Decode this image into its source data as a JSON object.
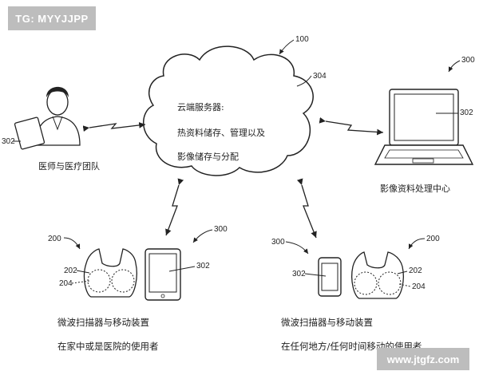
{
  "watermark_top": "TG: MYYJJPP",
  "watermark_bottom": "www.jtgfz.com",
  "ref_system": "100",
  "cloud": {
    "ref": "304",
    "line1": "云端服务器:",
    "line2": "热资料储存、管理以及",
    "line3": "影像储存与分配"
  },
  "doctor": {
    "ref": "302",
    "label": "医师与医疗团队"
  },
  "laptop": {
    "ref_device": "300",
    "ref_screen": "302",
    "label": "影像资料处理中心"
  },
  "left_group": {
    "ref_scanner": "200",
    "ref_pad": "202",
    "ref_sensor": "204",
    "ref_device": "300",
    "ref_screen": "302",
    "caption1": "微波扫描器与移动装置",
    "caption2": "在家中或是医院的使用者"
  },
  "right_group": {
    "ref_device": "300",
    "ref_screen": "302",
    "ref_scanner": "200",
    "ref_pad": "202",
    "ref_sensor": "204",
    "caption1": "微波扫描器与移动装置",
    "caption2": "在任何地方/任何时间移动的使用者"
  }
}
